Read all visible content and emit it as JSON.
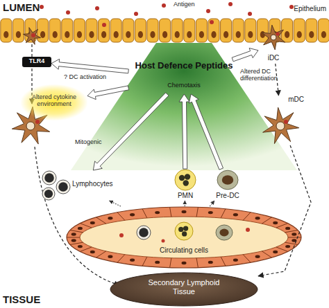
{
  "diagram": {
    "nodes": [
      {
        "text": [
          "Epithelium"
        ]
      },
      {
        "text": [
          "TLR4"
        ]
      },
      {
        "text": [
          "Altered cytokine environment"
        ]
      },
      {
        "text": [
          "Host Defence Peptides",
          "Chemotaxis"
        ]
      },
      {
        "text": [
          "Lymphocytes"
        ]
      },
      {
        "text": [
          "PMN"
        ]
      },
      {
        "text": [
          "Pre-DC"
        ]
      },
      {
        "text": [
          "iDC"
        ],
        "in": 0
      },
      {
        "text": [
          "mDC"
        ]
      },
      {
        "text": [
          "Circulating cells"
        ]
      },
      {
        "text": [
          "Secondary Lymphoid Tissue"
        ]
      }
    ],
    "edges": [
      {
        "from": 3,
        "to": 1,
        "arrow": "to"
      },
      {
        "from": 3,
        "to": 2,
        "arrow": "to"
      },
      {
        "from": 3,
        "to": 4,
        "arrow": "to"
      },
      {
        "from": 5,
        "to": 3,
        "arrow": "to"
      },
      {
        "from": 6,
        "to": 3,
        "arrow": "to"
      },
      {
        "from": 3,
        "to": 7,
        "arrow": "to"
      },
      {
        "from": 7,
        "to": 8,
        "arrow": "to"
      },
      {
        "from": 8,
        "to": 10,
        "arrow": "to"
      },
      {
        "from": 9,
        "to": 4,
        "arrow": "to"
      },
      {
        "from": 9,
        "to": 5,
        "arrow": "to"
      },
      {
        "from": 9,
        "to": 6,
        "arrow": "to"
      }
    ],
    "labels": [
      "LUMEN",
      "Antigen",
      "? DC activation",
      "Mitogenic",
      "Altered DC differentiation",
      "TISSUE"
    ]
  }
}
